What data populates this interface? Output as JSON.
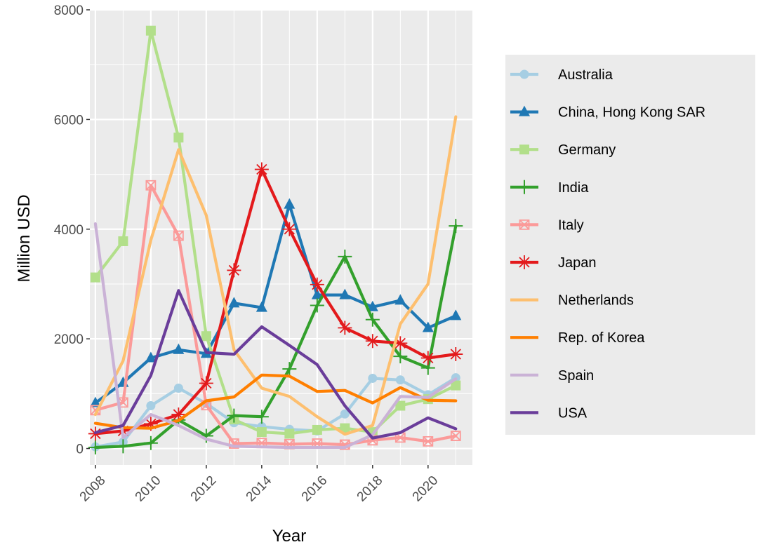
{
  "chart_data": {
    "type": "line",
    "title": "",
    "xlabel": "Year",
    "ylabel": "Million USD",
    "xlim": [
      2007.8,
      2021.6
    ],
    "ylim": [
      -300,
      8000
    ],
    "x_ticks": [
      2008,
      2010,
      2012,
      2014,
      2016,
      2018,
      2020
    ],
    "y_ticks": [
      0,
      2000,
      4000,
      6000,
      8000
    ],
    "x_tick_labels": [
      "2008",
      "2010",
      "2012",
      "2014",
      "2016",
      "2018",
      "2020"
    ],
    "y_tick_labels": [
      "0",
      "2000",
      "4000",
      "6000",
      "8000"
    ],
    "grid": true,
    "legend_position": "right",
    "x": [
      2008,
      2009,
      2010,
      2011,
      2012,
      2013,
      2014,
      2015,
      2016,
      2017,
      2018,
      2019,
      2020,
      2021
    ],
    "series": [
      {
        "name": "Australia",
        "color": "#a6cee3",
        "marker": "circle",
        "values": [
          30,
          120,
          780,
          1100,
          820,
          470,
          400,
          350,
          320,
          630,
          1280,
          1250,
          980,
          1290
        ]
      },
      {
        "name": "China, Hong Kong SAR",
        "color": "#1f78b4",
        "marker": "triangle",
        "values": [
          830,
          1200,
          1650,
          1800,
          1730,
          2650,
          2570,
          4450,
          2800,
          2800,
          2580,
          2700,
          2200,
          2420
        ]
      },
      {
        "name": "Germany",
        "color": "#b2df8a",
        "marker": "square",
        "values": [
          3120,
          3780,
          7620,
          5670,
          2050,
          530,
          300,
          270,
          340,
          370,
          300,
          780,
          900,
          1150
        ]
      },
      {
        "name": "India",
        "color": "#33a02c",
        "marker": "plus",
        "values": [
          20,
          40,
          100,
          520,
          230,
          600,
          580,
          1450,
          2610,
          3500,
          2350,
          1680,
          1470,
          4060
        ]
      },
      {
        "name": "Italy",
        "color": "#fb9a99",
        "marker": "square-cross",
        "values": [
          700,
          840,
          4800,
          3880,
          790,
          90,
          100,
          80,
          90,
          70,
          150,
          200,
          130,
          230
        ]
      },
      {
        "name": "Japan",
        "color": "#e31a1c",
        "marker": "asterisk",
        "values": [
          270,
          320,
          450,
          620,
          1190,
          3250,
          5090,
          4000,
          2990,
          2200,
          1960,
          1920,
          1650,
          1720
        ]
      },
      {
        "name": "Netherlands",
        "color": "#fdbf6f",
        "marker": "none",
        "values": [
          620,
          1600,
          3800,
          5450,
          4250,
          1800,
          1100,
          950,
          580,
          260,
          420,
          2270,
          3000,
          6050
        ]
      },
      {
        "name": "Rep. of Korea",
        "color": "#ff7f00",
        "marker": "none",
        "values": [
          460,
          380,
          370,
          510,
          870,
          940,
          1340,
          1320,
          1040,
          1060,
          830,
          1110,
          880,
          870
        ]
      },
      {
        "name": "Spain",
        "color": "#cab2d6",
        "marker": "none",
        "values": [
          4100,
          200,
          620,
          420,
          170,
          40,
          30,
          20,
          20,
          20,
          250,
          950,
          930,
          1270
        ]
      },
      {
        "name": "USA",
        "color": "#6a3d9a",
        "marker": "none",
        "values": [
          290,
          420,
          1330,
          2880,
          1750,
          1720,
          2220,
          1880,
          1530,
          780,
          190,
          290,
          560,
          360
        ]
      }
    ]
  }
}
